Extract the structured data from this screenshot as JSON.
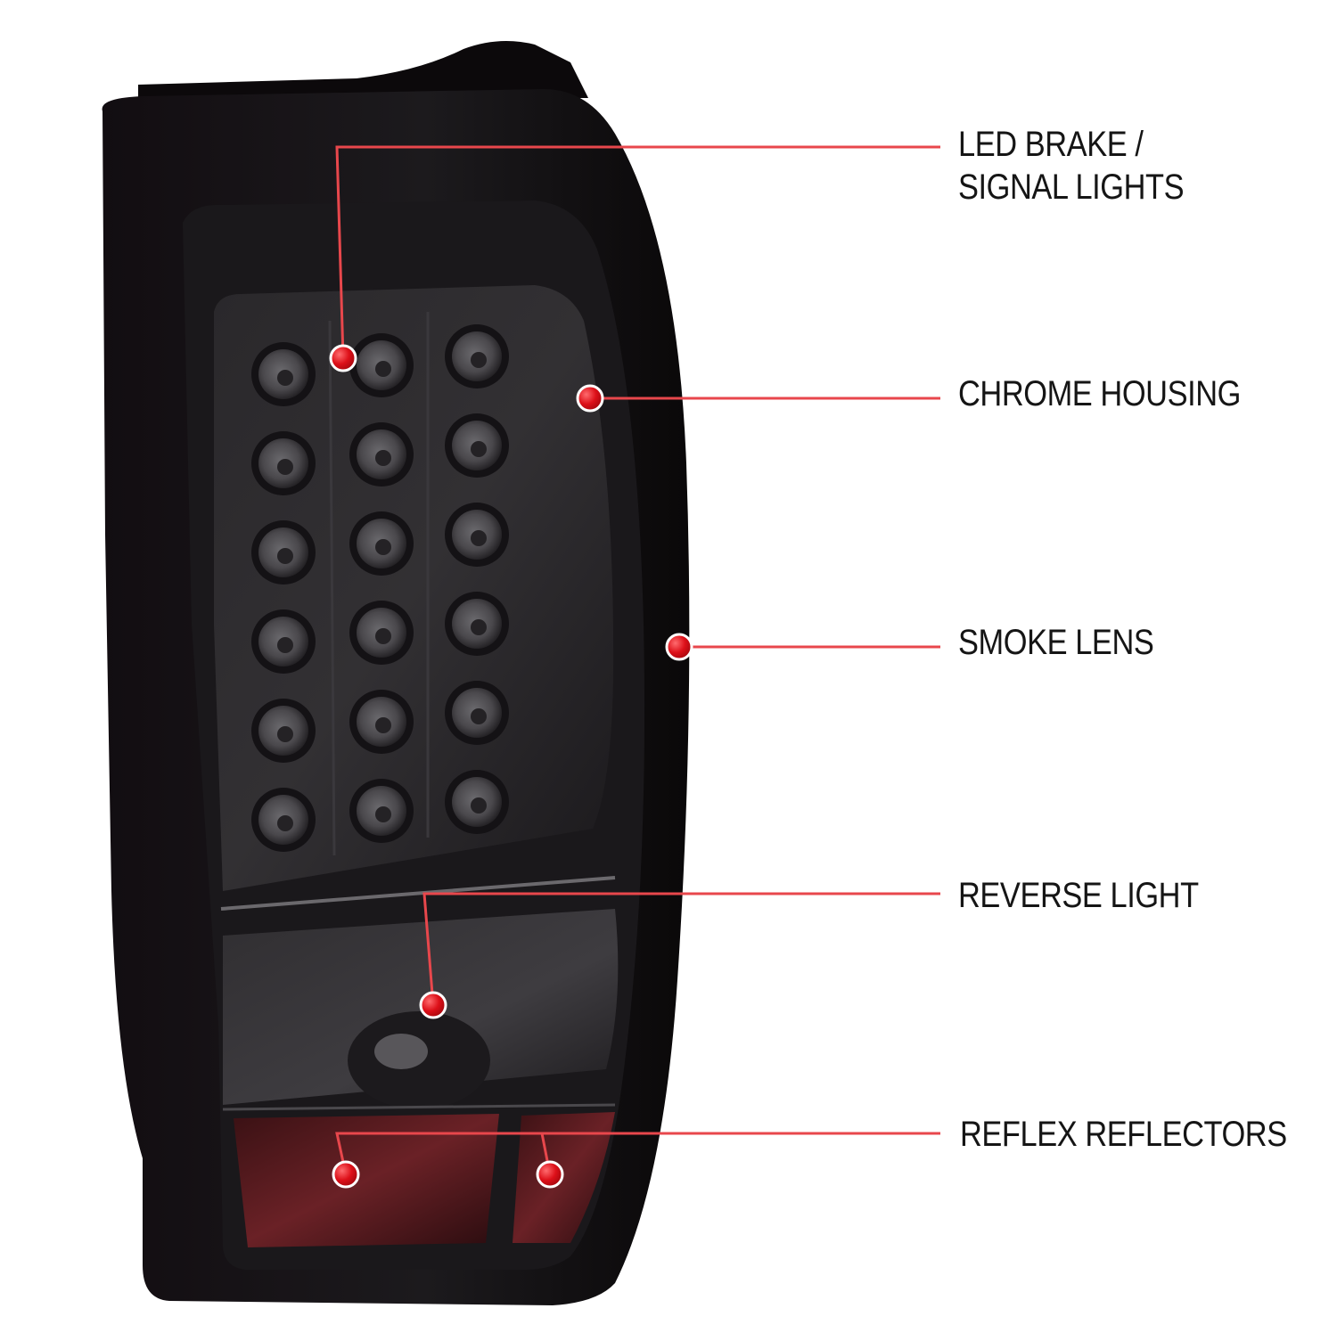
{
  "figure": {
    "subject": "LED tail light, smoke lens",
    "callouts": [
      {
        "id": "led",
        "lines": [
          "LED BRAKE /",
          "SIGNAL LIGHTS"
        ]
      },
      {
        "id": "chrome",
        "lines": [
          "CHROME HOUSING"
        ]
      },
      {
        "id": "smoke",
        "lines": [
          "SMOKE LENS"
        ]
      },
      {
        "id": "reverse",
        "lines": [
          "REVERSE LIGHT"
        ]
      },
      {
        "id": "reflex",
        "lines": [
          "REFLEX REFLECTORS"
        ]
      }
    ]
  },
  "colors": {
    "background": "#ffffff",
    "label_text": "#151515",
    "leader_line": "#e8474c",
    "marker_dot": "#dd1019",
    "housing_dark": "#100c0f",
    "lens_smoke": "#2c2a2d",
    "reflector_red": "#5e1a1e"
  }
}
